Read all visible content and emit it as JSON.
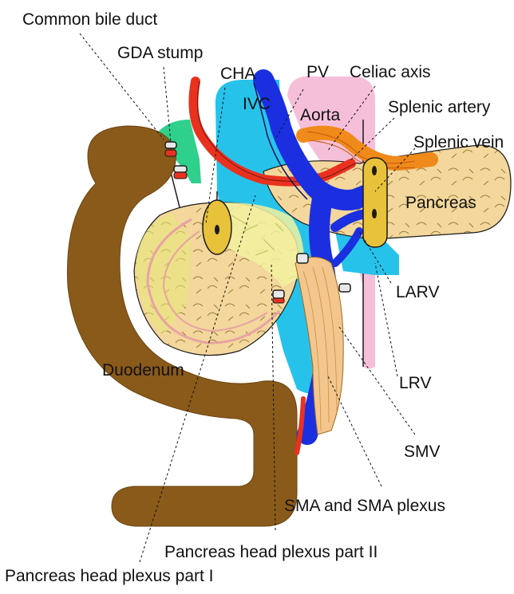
{
  "labels": {
    "common_bile_duct": "Common bile duct",
    "gda_stump": "GDA stump",
    "cha": "CHA",
    "pv": "PV",
    "celiac_axis": "Celiac axis",
    "ivc": "IVC",
    "aorta": "Aorta",
    "splenic_artery": "Splenic artery",
    "splenic_vein": "Splenic vein",
    "pancreas": "Pancreas",
    "larv": "LARV",
    "lrv": "LRV",
    "smv": "SMV",
    "duodenum": "Duodenum",
    "sma_plexus": "SMA and SMA plexus",
    "plexus_part2": "Pancreas head plexus part II",
    "plexus_part1": "Pancreas head plexus part I"
  },
  "colors": {
    "ivc": "#27c2ea",
    "aorta": "#f6bfd9",
    "bile_duct": "#2fd08c",
    "artery": "#e8321f",
    "vein": "#1b2fe0",
    "pancreas": "#f3d79c",
    "duodenum": "#8a5a1a",
    "node": "#e8c23a",
    "plexus_yellow": "#f2f2a0",
    "sma_plexus": "#f2c68c"
  }
}
